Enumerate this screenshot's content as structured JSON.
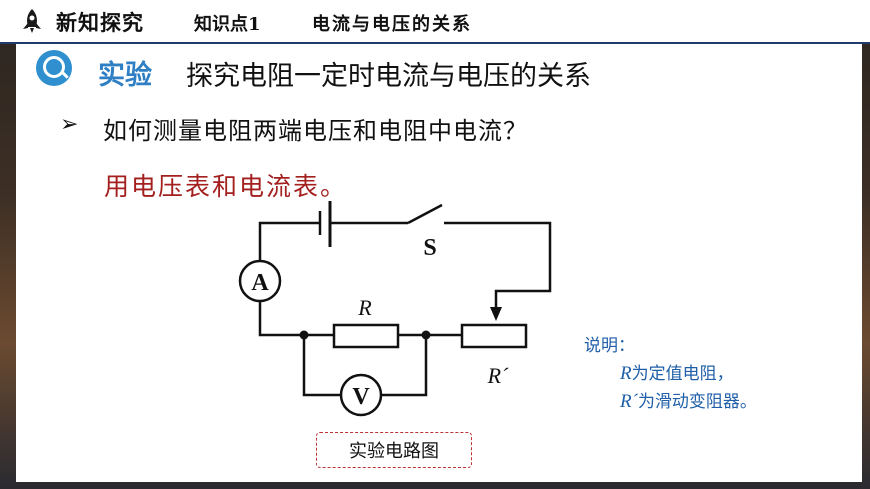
{
  "header": {
    "section": "新知探究",
    "knowledge_point": "知识点1",
    "topic": "电流与电压的关系"
  },
  "experiment": {
    "tag": "实验",
    "title": "探究电阻一定时电流与电压的关系"
  },
  "question": "如何测量电阻两端电压和电阻中电流？",
  "answer": "用电压表和电流表。",
  "circuit": {
    "switch_label": "S",
    "ammeter_label": "A",
    "voltmeter_label": "V",
    "resistor_label": "R",
    "rheostat_label": "R´"
  },
  "note": {
    "title": "说明：",
    "line1_symbol": "R",
    "line1_text": "为定值电阻，",
    "line2_symbol": "R´",
    "line2_text": "为滑动变阻器。"
  },
  "caption": "实验电路图",
  "colors": {
    "accent_blue": "#2f7fc4",
    "answer_red": "#a3201f",
    "note_blue": "#1f5fa8"
  }
}
